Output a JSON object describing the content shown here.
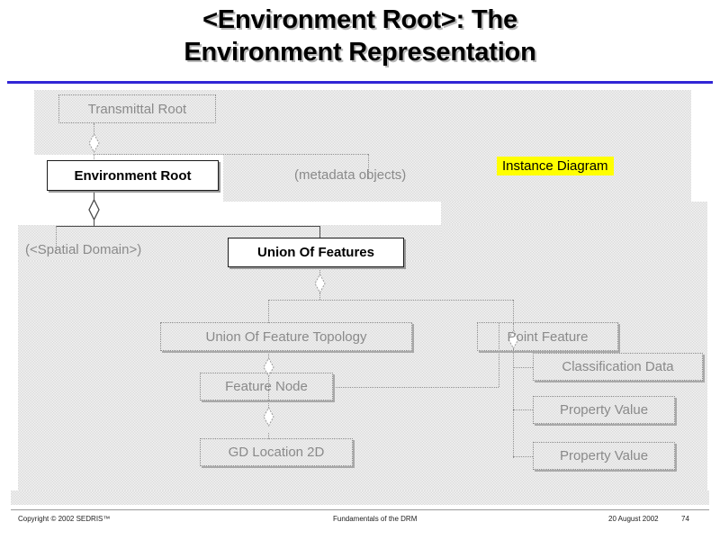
{
  "slide": {
    "title": "<Environment Root>: The Environment Representation",
    "title_line1": "<Environment Root>: The",
    "title_line2": "Environment Representation",
    "rule_color": "#3226d6",
    "highlight_color": "#ffff00",
    "dim_color": "#dcdcdc",
    "active_text_color": "#000000",
    "dimmed_text_color": "#8a8a8a"
  },
  "diagram": {
    "type": "uml-instance-diagram",
    "badge": "Instance Diagram",
    "nodes": [
      {
        "id": "transmittal-root",
        "label": "Transmittal Root",
        "state": "dimmed"
      },
      {
        "id": "environment-root",
        "label": "Environment Root",
        "state": "active"
      },
      {
        "id": "union-of-features",
        "label": "Union Of Features",
        "state": "active"
      },
      {
        "id": "union-of-feature-topology",
        "label": "Union Of Feature Topology",
        "state": "dimmed"
      },
      {
        "id": "point-feature",
        "label": "Point Feature",
        "state": "dimmed"
      },
      {
        "id": "feature-node",
        "label": "Feature Node",
        "state": "dimmed"
      },
      {
        "id": "gd-location-2d",
        "label": "GD Location 2D",
        "state": "dimmed"
      },
      {
        "id": "classification-data",
        "label": "Classification Data",
        "state": "dimmed"
      },
      {
        "id": "property-value-1",
        "label": "Property Value",
        "state": "dimmed"
      },
      {
        "id": "property-value-2",
        "label": "Property Value",
        "state": "dimmed"
      }
    ],
    "annotations": [
      {
        "id": "metadata-objects",
        "label": "(metadata objects)"
      },
      {
        "id": "spatial-domain",
        "label": "(<Spatial Domain>)"
      }
    ],
    "edges": [
      {
        "from": "transmittal-root",
        "to": "environment-root",
        "kind": "aggregation",
        "state": "dimmed"
      },
      {
        "from": "transmittal-root",
        "to": "metadata-objects",
        "kind": "aggregation",
        "state": "dimmed"
      },
      {
        "from": "environment-root",
        "to": "spatial-domain",
        "kind": "aggregation",
        "state": "active"
      },
      {
        "from": "environment-root",
        "to": "union-of-features",
        "kind": "aggregation",
        "state": "active"
      },
      {
        "from": "union-of-features",
        "to": "union-of-feature-topology",
        "kind": "aggregation",
        "state": "dimmed"
      },
      {
        "from": "union-of-features",
        "to": "point-feature",
        "kind": "aggregation",
        "state": "dimmed"
      },
      {
        "from": "union-of-feature-topology",
        "to": "feature-node",
        "kind": "aggregation",
        "state": "dimmed"
      },
      {
        "from": "feature-node",
        "to": "gd-location-2d",
        "kind": "aggregation",
        "state": "dimmed"
      },
      {
        "from": "feature-node",
        "to": "point-feature",
        "kind": "association",
        "state": "dimmed"
      },
      {
        "from": "point-feature",
        "to": "classification-data",
        "kind": "aggregation",
        "state": "dimmed"
      },
      {
        "from": "point-feature",
        "to": "property-value-1",
        "kind": "aggregation",
        "state": "dimmed"
      },
      {
        "from": "point-feature",
        "to": "property-value-2",
        "kind": "aggregation",
        "state": "dimmed"
      }
    ]
  },
  "footer": {
    "copyright": "Copyright © 2002 SEDRIS™",
    "center": "Fundamentals of the DRM",
    "date": "20 August 2002",
    "page": "74"
  }
}
